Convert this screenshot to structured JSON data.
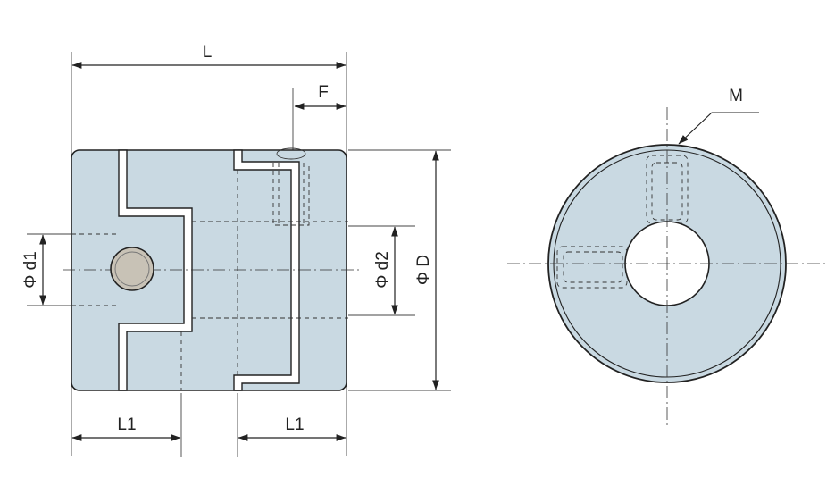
{
  "colors": {
    "body_fill": "#c9d9e2",
    "screw_fill": "#c8c2b6",
    "line": "#222222"
  },
  "labels": {
    "length": "L",
    "setscrew_offset": "F",
    "thread": "M",
    "bore1": "Φ d1",
    "bore2": "Φ d2",
    "outer_diameter": "Φ D",
    "hub_length_left": "L1",
    "hub_length_right": "L1"
  }
}
